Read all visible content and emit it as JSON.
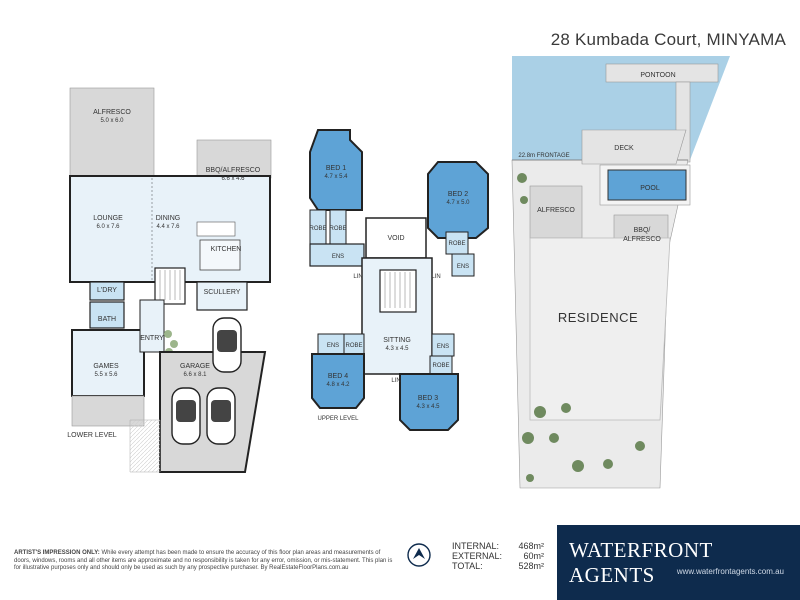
{
  "address": "28 Kumbada Court, MINYAMA",
  "lower_level": {
    "title": "LOWER LEVEL",
    "rooms": [
      {
        "name": "ALFRESCO",
        "dim": "5.0 x 6.0"
      },
      {
        "name": "BBQ/ALFRESCO",
        "dim": "6.6 x 4.6"
      },
      {
        "name": "LOUNGE",
        "dim": "6.0 x 7.6"
      },
      {
        "name": "DINING",
        "dim": "4.4 x 7.6"
      },
      {
        "name": "KITCHEN"
      },
      {
        "name": "L'DRY"
      },
      {
        "name": "SCULLERY"
      },
      {
        "name": "BATH"
      },
      {
        "name": "ENTRY"
      },
      {
        "name": "GAMES",
        "dim": "5.5 x 5.6"
      },
      {
        "name": "GARAGE",
        "dim": "6.6 x 8.1"
      }
    ]
  },
  "upper_level": {
    "title": "UPPER LEVEL",
    "rooms": [
      {
        "name": "BED 1",
        "dim": "4.7 x 5.4"
      },
      {
        "name": "ROBE"
      },
      {
        "name": "ROBE"
      },
      {
        "name": "ENS"
      },
      {
        "name": "VOID"
      },
      {
        "name": "BED 2",
        "dim": "4.7 x 5.0"
      },
      {
        "name": "ROBE"
      },
      {
        "name": "ENS"
      },
      {
        "name": "LIN"
      },
      {
        "name": "LIN"
      },
      {
        "name": "SITTING",
        "dim": "4.3 x 4.5"
      },
      {
        "name": "ENS"
      },
      {
        "name": "ROBE"
      },
      {
        "name": "BED 4",
        "dim": "4.8 x 4.2"
      },
      {
        "name": "ENS"
      },
      {
        "name": "ROBE"
      },
      {
        "name": "BED 3",
        "dim": "4.3 x 4.5"
      },
      {
        "name": "LIN"
      }
    ]
  },
  "site": {
    "pontoon": "PONTOON",
    "frontage": "22.8m FRONTAGE",
    "deck": "DECK",
    "pool": "POOL",
    "alfresco": "ALFRESCO",
    "bbq1": "BBQ/",
    "bbq2": "ALFRESCO",
    "residence": "RESIDENCE"
  },
  "disclaimer": {
    "lead": "ARTIST'S IMPRESSION ONLY:",
    "body": "While every attempt has been made to ensure the accuracy of this floor plan areas and measurements of doors, windows, rooms and all other items are approximate and no responsibility is taken for any error, omission, or mis-statement. This plan is for illustrative purposes only and should only be used as such by any prospective purchaser. By RealEstateFloorPlans.com.au"
  },
  "areas": [
    {
      "label": "INTERNAL:",
      "value": "468m²"
    },
    {
      "label": "EXTERNAL:",
      "value": "60m²"
    },
    {
      "label": "TOTAL:",
      "value": "528m²"
    }
  ],
  "brand": {
    "name": "WATERFRONT AGENTS",
    "website": "www.waterfrontagents.com.au"
  },
  "colors": {
    "water": "#aad0e6",
    "bedroom": "#5ea3d6",
    "wet_area": "#c9e3f3",
    "interior": "#e8f2f9",
    "deck": "#e4e4e4",
    "brand": "#0e2b4d"
  }
}
